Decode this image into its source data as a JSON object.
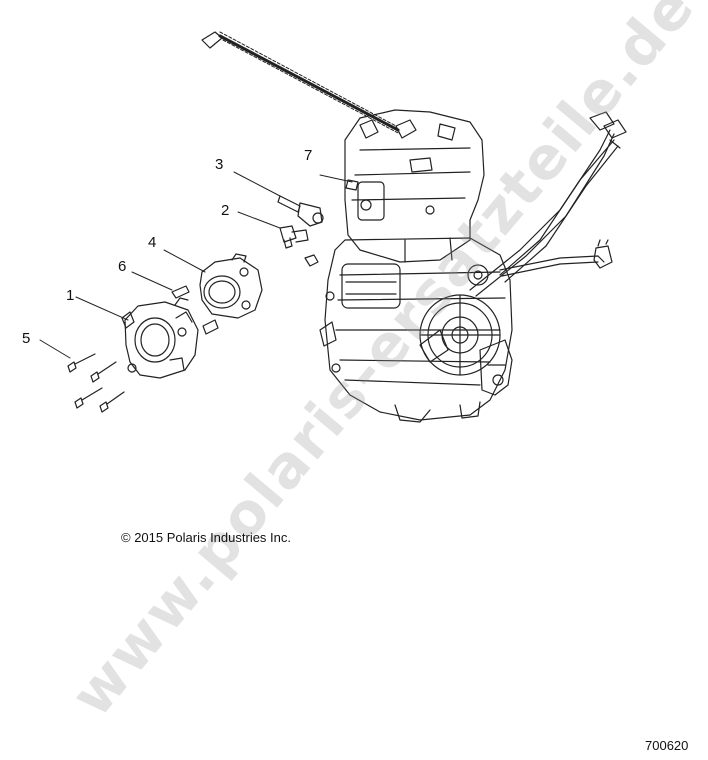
{
  "callouts": [
    "1",
    "2",
    "3",
    "4",
    "5",
    "6",
    "7"
  ],
  "copyright": "© 2015 Polaris Industries Inc.",
  "figure_id": "700620",
  "watermark": "www.polaris-ersatzteile.de"
}
